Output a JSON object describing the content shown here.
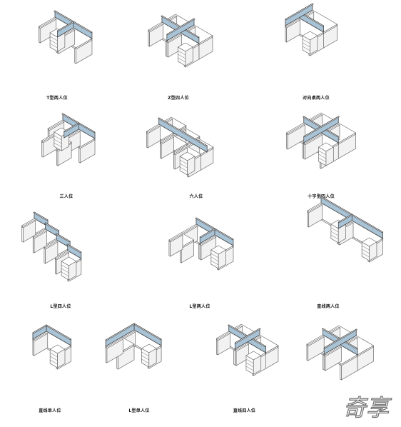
{
  "catalog": {
    "items": [
      {
        "caption": "T型两人位",
        "style": "t-two"
      },
      {
        "caption": "Z型四人位",
        "style": "z-four"
      },
      {
        "caption": "对向桌两人位",
        "style": "face-two"
      },
      {
        "caption": "三人位",
        "style": "three"
      },
      {
        "caption": "六人位",
        "style": "six"
      },
      {
        "caption": "十字型四人位",
        "style": "cross-four"
      },
      {
        "caption": "L型四人位",
        "style": "l-four"
      },
      {
        "caption": "L型两人位",
        "style": "l-two"
      },
      {
        "caption": "直线两人位",
        "style": "straight-two"
      },
      {
        "caption": "直线单人位",
        "style": "straight-one"
      },
      {
        "caption": "L型单人位",
        "style": "l-one"
      },
      {
        "caption": "直线四人位",
        "style": "straight-four"
      },
      {
        "caption": "",
        "style": "l-four-compact"
      }
    ]
  },
  "watermark": {
    "text": "奇享"
  },
  "colors": {
    "screen": "#a9c3d6",
    "line": "#6b6b6b",
    "frame": "#444444"
  }
}
